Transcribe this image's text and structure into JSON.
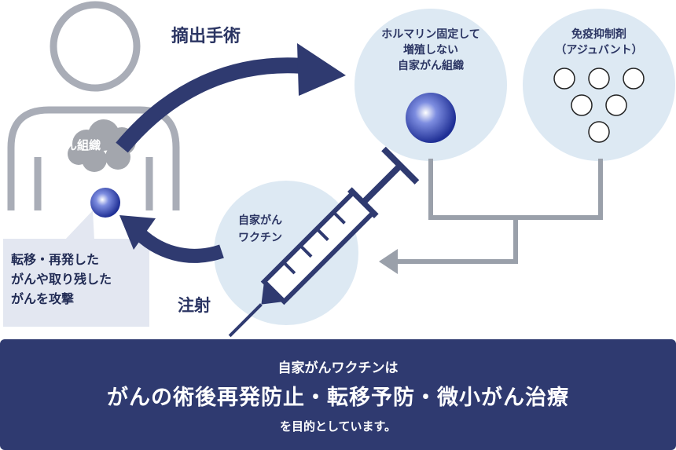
{
  "labels": {
    "surgery": "摘出手術",
    "cancer_tissue": "がん組織",
    "own_tissue": "ホルマリン固定して\n増殖しない\n自家がん組織",
    "adjuvant": "免疫抑制剤\n（アジュバント）",
    "vaccine": "自家がん\nワクチン",
    "injection": "注射",
    "attack": "転移・再発した\nがんや取り残した\nがんを攻撃"
  },
  "banner": {
    "line1": "自家がんワクチンは",
    "line2": "がんの術後再発防止・転移予防・微小がん治療",
    "line3": "を目的としています。"
  },
  "colors": {
    "navy": "#2f3a70",
    "bubble": "#dde9f3",
    "outline": "#a9adb7",
    "connector": "#9aa0aa",
    "sphere": "#2b45b0"
  }
}
